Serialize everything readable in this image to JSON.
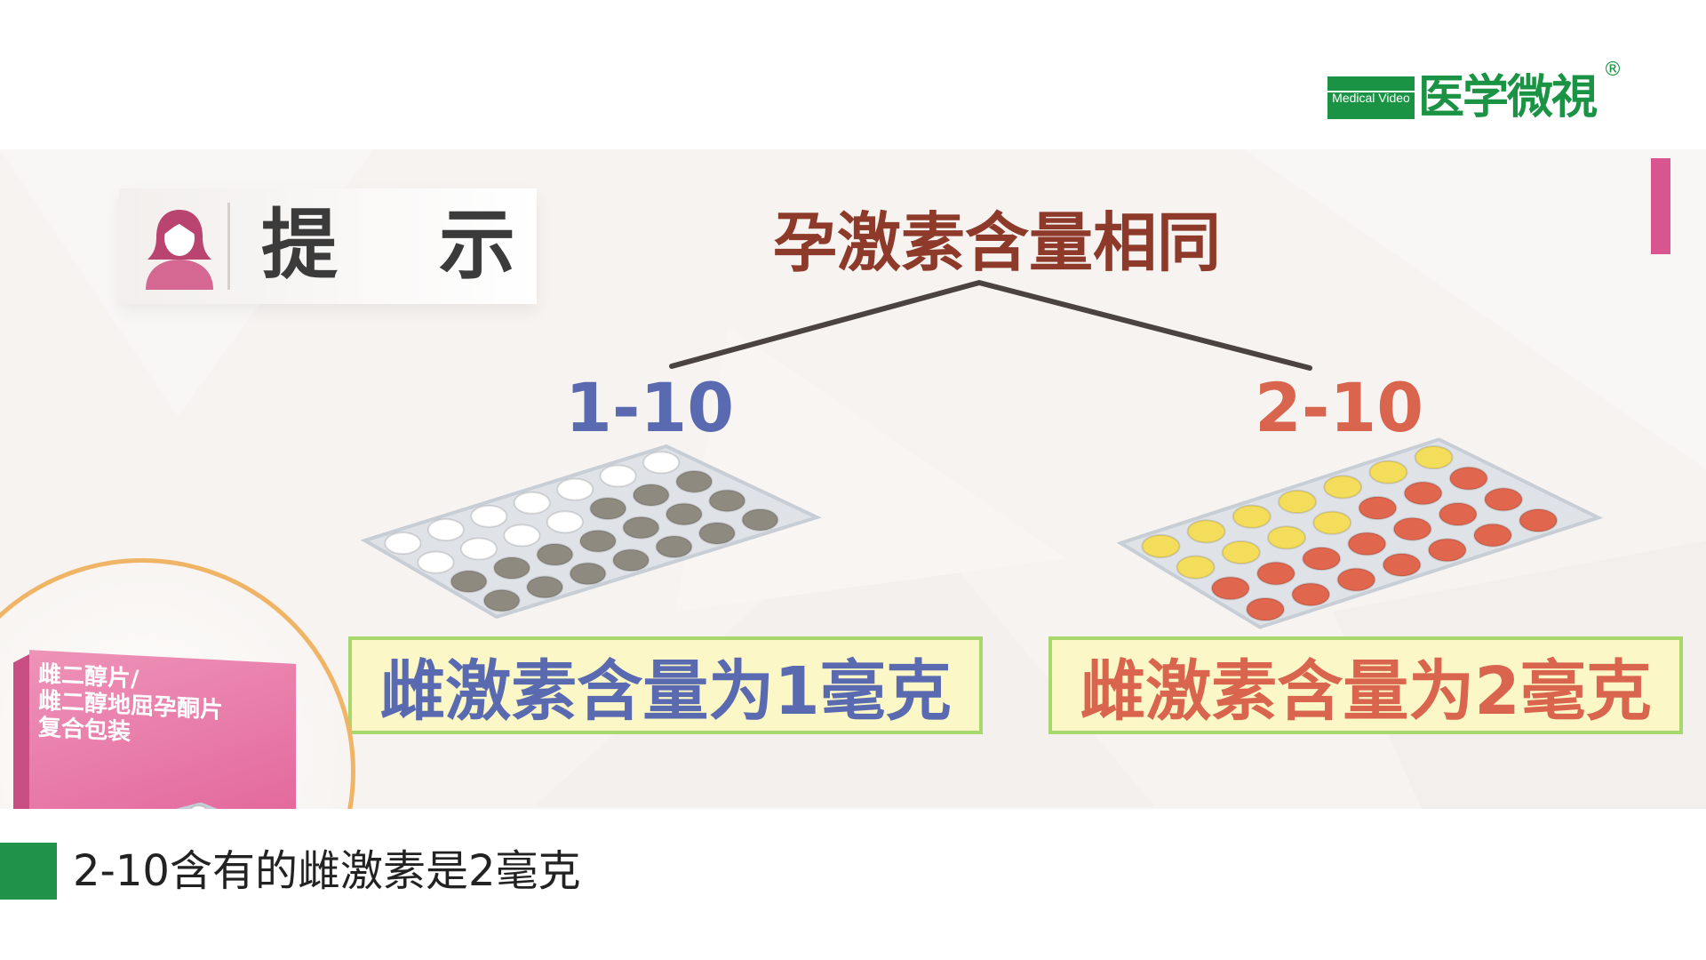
{
  "logo": {
    "badge_text": "Medical Video",
    "brand_text": "医学微視",
    "registered_mark": "®",
    "color": "#1a9444"
  },
  "tip": {
    "label": "提 示",
    "icon": "woman-avatar-icon",
    "icon_color": "#d46892"
  },
  "tree": {
    "title": "孕激素含量相同",
    "title_color": "#8e3a2a"
  },
  "packs": [
    {
      "code": "1-10",
      "code_color": "#5a6ab0",
      "estrogen_text": "雌激素含量为1毫克",
      "pill_colors": [
        "#ffffff",
        "#8f8a80"
      ]
    },
    {
      "code": "2-10",
      "code_color": "#d9654e",
      "estrogen_text": "雌激素含量为2毫克",
      "pill_colors": [
        "#f5dd5c",
        "#e0664e"
      ]
    }
  ],
  "product": {
    "label_line1": "雌二醇片/",
    "label_line2": "雌二醇地屈孕酮片",
    "label_line3": "复合包装",
    "box_color": "#e2649a"
  },
  "accent_color": "#d9558f",
  "caption": {
    "text": "2-10含有的雌激素是2毫克",
    "marker_color": "#20924a"
  }
}
